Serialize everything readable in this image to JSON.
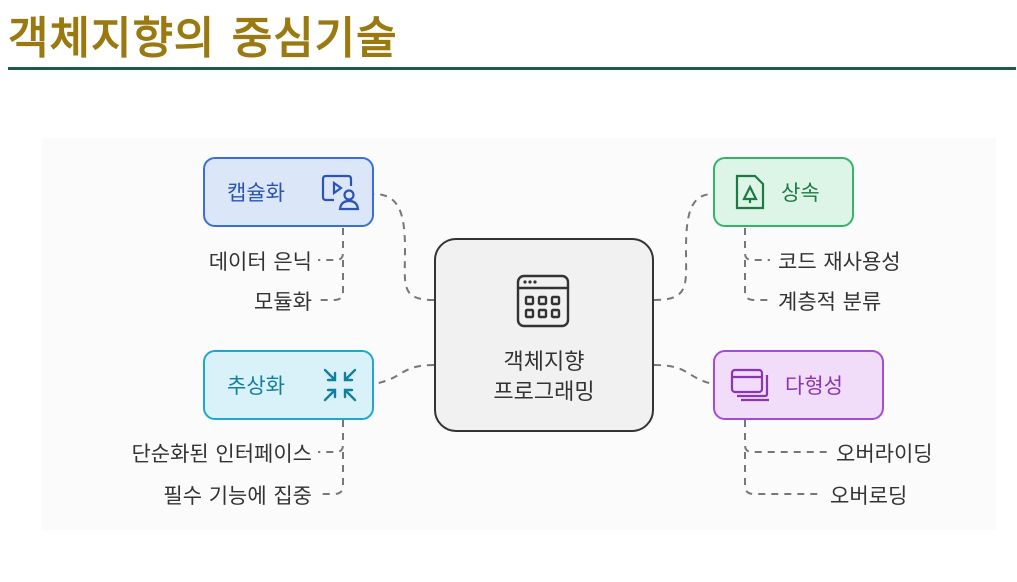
{
  "title": "객체지향의 중심기술",
  "center": {
    "line1": "객체지향",
    "line2": "프로그래밍",
    "icon": "calendar-grid-icon"
  },
  "nodes": {
    "encapsulation": {
      "label": "캡슐화",
      "icon": "user-video-icon",
      "color": "#3a6fd8",
      "fill": "#dce6f9"
    },
    "inheritance": {
      "label": "상속",
      "icon": "document-tree-icon",
      "color": "#35b36a",
      "fill": "#ddf5e6"
    },
    "abstraction": {
      "label": "추상화",
      "icon": "shrink-arrows-icon",
      "color": "#1fa7cf",
      "fill": "#d9f1f9"
    },
    "polymorphism": {
      "label": "다형성",
      "icon": "stacked-windows-icon",
      "color": "#a64bd3",
      "fill": "#f1dcf9"
    }
  },
  "leaves": {
    "encapsulation": [
      "데이터 은닉",
      "모듈화"
    ],
    "inheritance": [
      "코드 재사용성",
      "계층적 분류"
    ],
    "abstraction": [
      "단순화된 인터페이스",
      "필수 기능에 집중"
    ],
    "polymorphism": [
      "오버라이딩",
      "오버로딩"
    ]
  }
}
